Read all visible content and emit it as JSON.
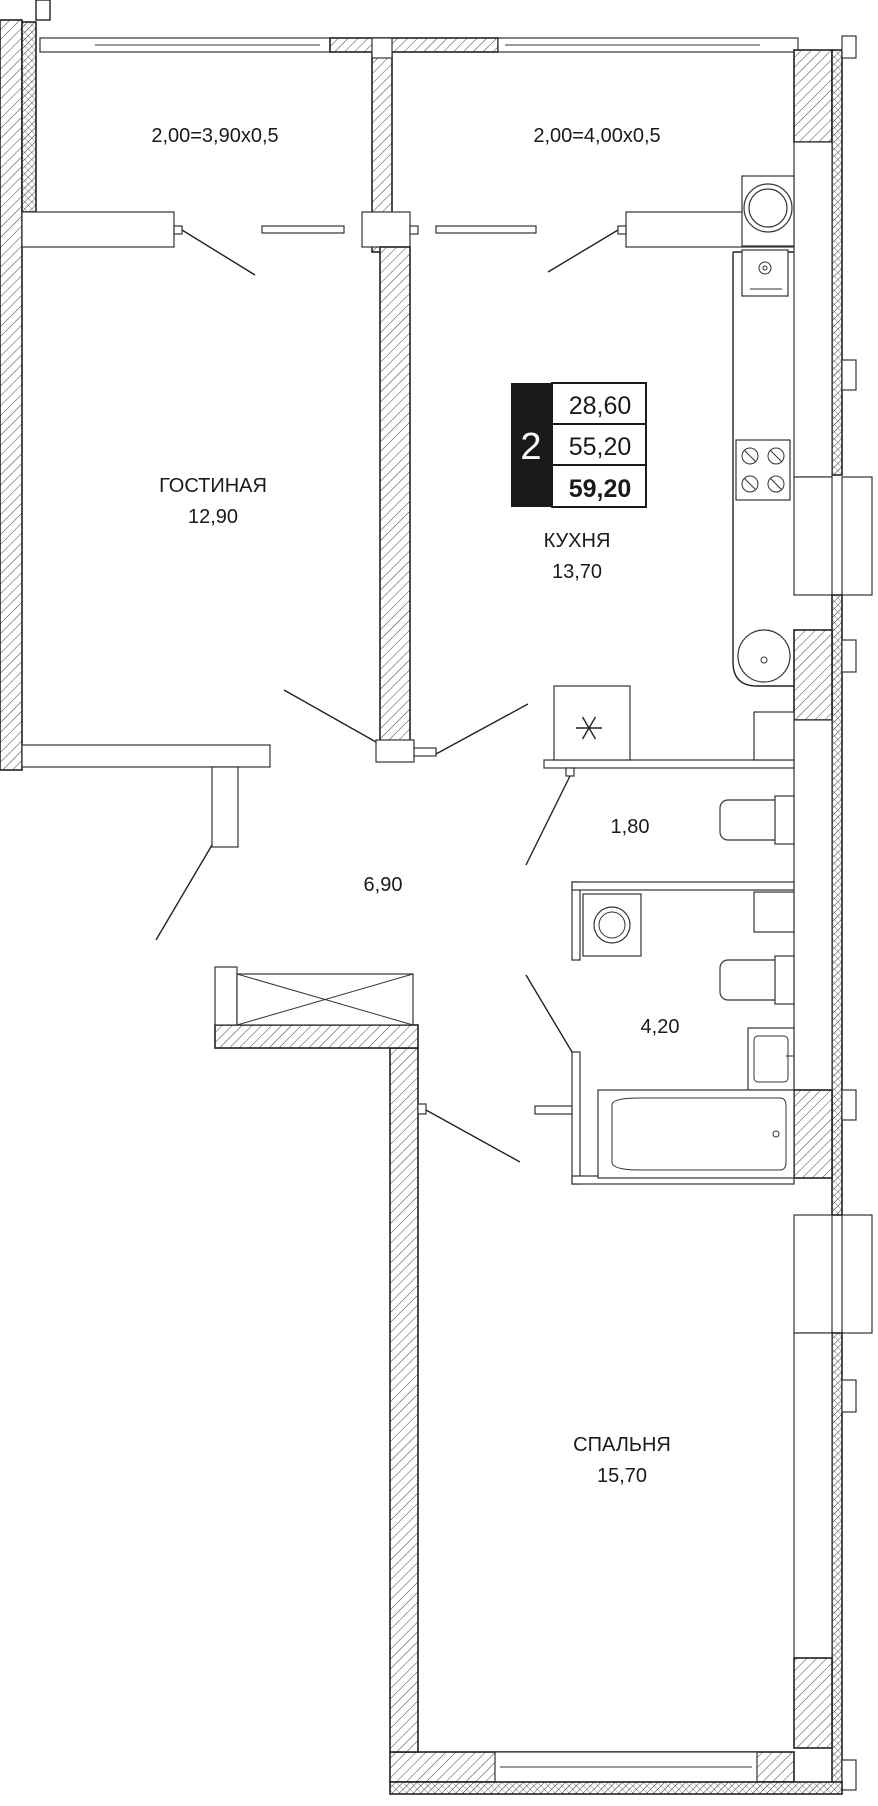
{
  "rooms": {
    "balcony_left": {
      "label": "2,00=3,90x0,5"
    },
    "balcony_right": {
      "label": "2,00=4,00x0,5"
    },
    "living": {
      "name": "ГОСТИНАЯ",
      "area": "12,90"
    },
    "kitchen": {
      "name": "КУХНЯ",
      "area": "13,70"
    },
    "hall": {
      "area": "6,90"
    },
    "wc": {
      "area": "1,80"
    },
    "bathroom": {
      "area": "4,20"
    },
    "bedroom": {
      "name": "СПАЛЬНЯ",
      "area": "15,70"
    }
  },
  "apartment": {
    "rooms_count": "2",
    "living_area": "28,60",
    "usable_area": "55,20",
    "total_area": "59,20"
  },
  "icons": {
    "fridge": "snowflake-icon",
    "stove": "cooktop-icon",
    "sink": "sink-icon",
    "boiler": "boiler-icon",
    "washer": "washing-machine-icon",
    "toilet": "toilet-icon",
    "bathtub": "bathtub-icon"
  }
}
